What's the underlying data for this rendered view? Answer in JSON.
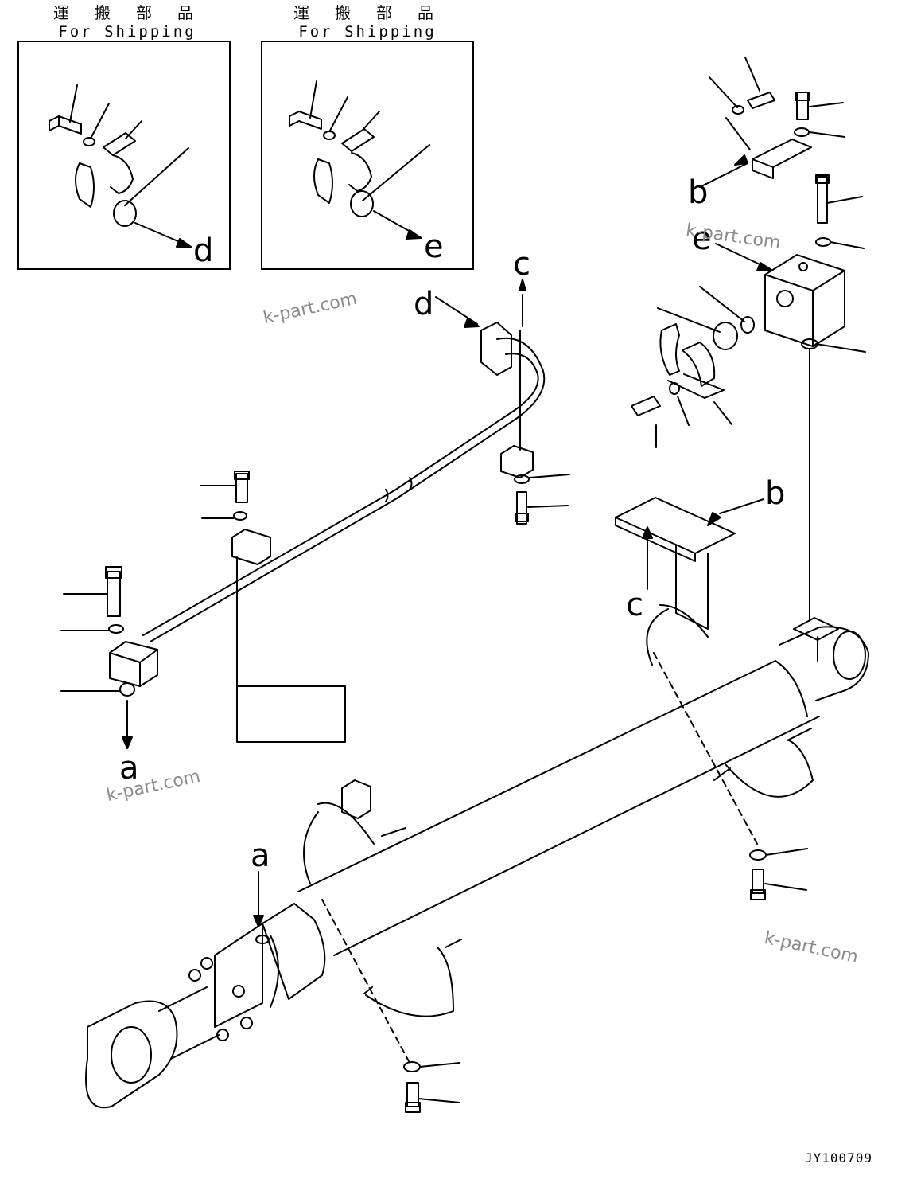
{
  "shipping_boxes": [
    {
      "jp": "運 搬 部 品",
      "en": "For Shipping",
      "ref": "d"
    },
    {
      "jp": "運 搬 部 品",
      "en": "For Shipping",
      "ref": "e"
    }
  ],
  "labels": {
    "c_top": "c",
    "d_pipe": "d",
    "b_top": "b",
    "e_valve": "e",
    "b_bracket": "b",
    "c_bracket": "c",
    "a_left": "a",
    "a_bottom": "a"
  },
  "watermarks": [
    "k-part.com",
    "k-part.com",
    "k-part.com",
    "k-part.com"
  ],
  "drawing_code": "JY100709"
}
